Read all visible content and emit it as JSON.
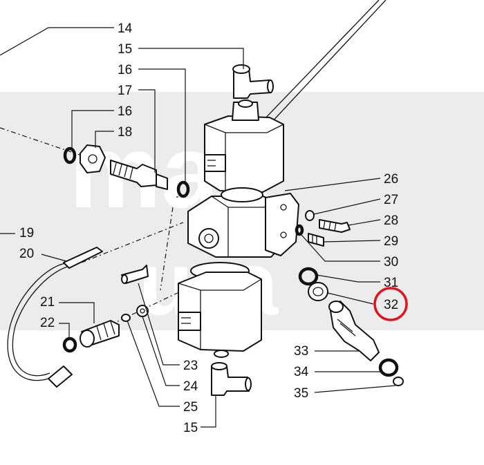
{
  "watermark": {
    "line1": "max",
    "line2": "ura"
  },
  "highlight": {
    "label": "32",
    "color": "#e0141e"
  },
  "labels": [
    "14",
    "15",
    "16",
    "17",
    "16",
    "18",
    "26",
    "27",
    "28",
    "29",
    "19",
    "20",
    "30",
    "31",
    "32",
    "21",
    "22",
    "33",
    "23",
    "34",
    "24",
    "35",
    "25",
    "15"
  ]
}
